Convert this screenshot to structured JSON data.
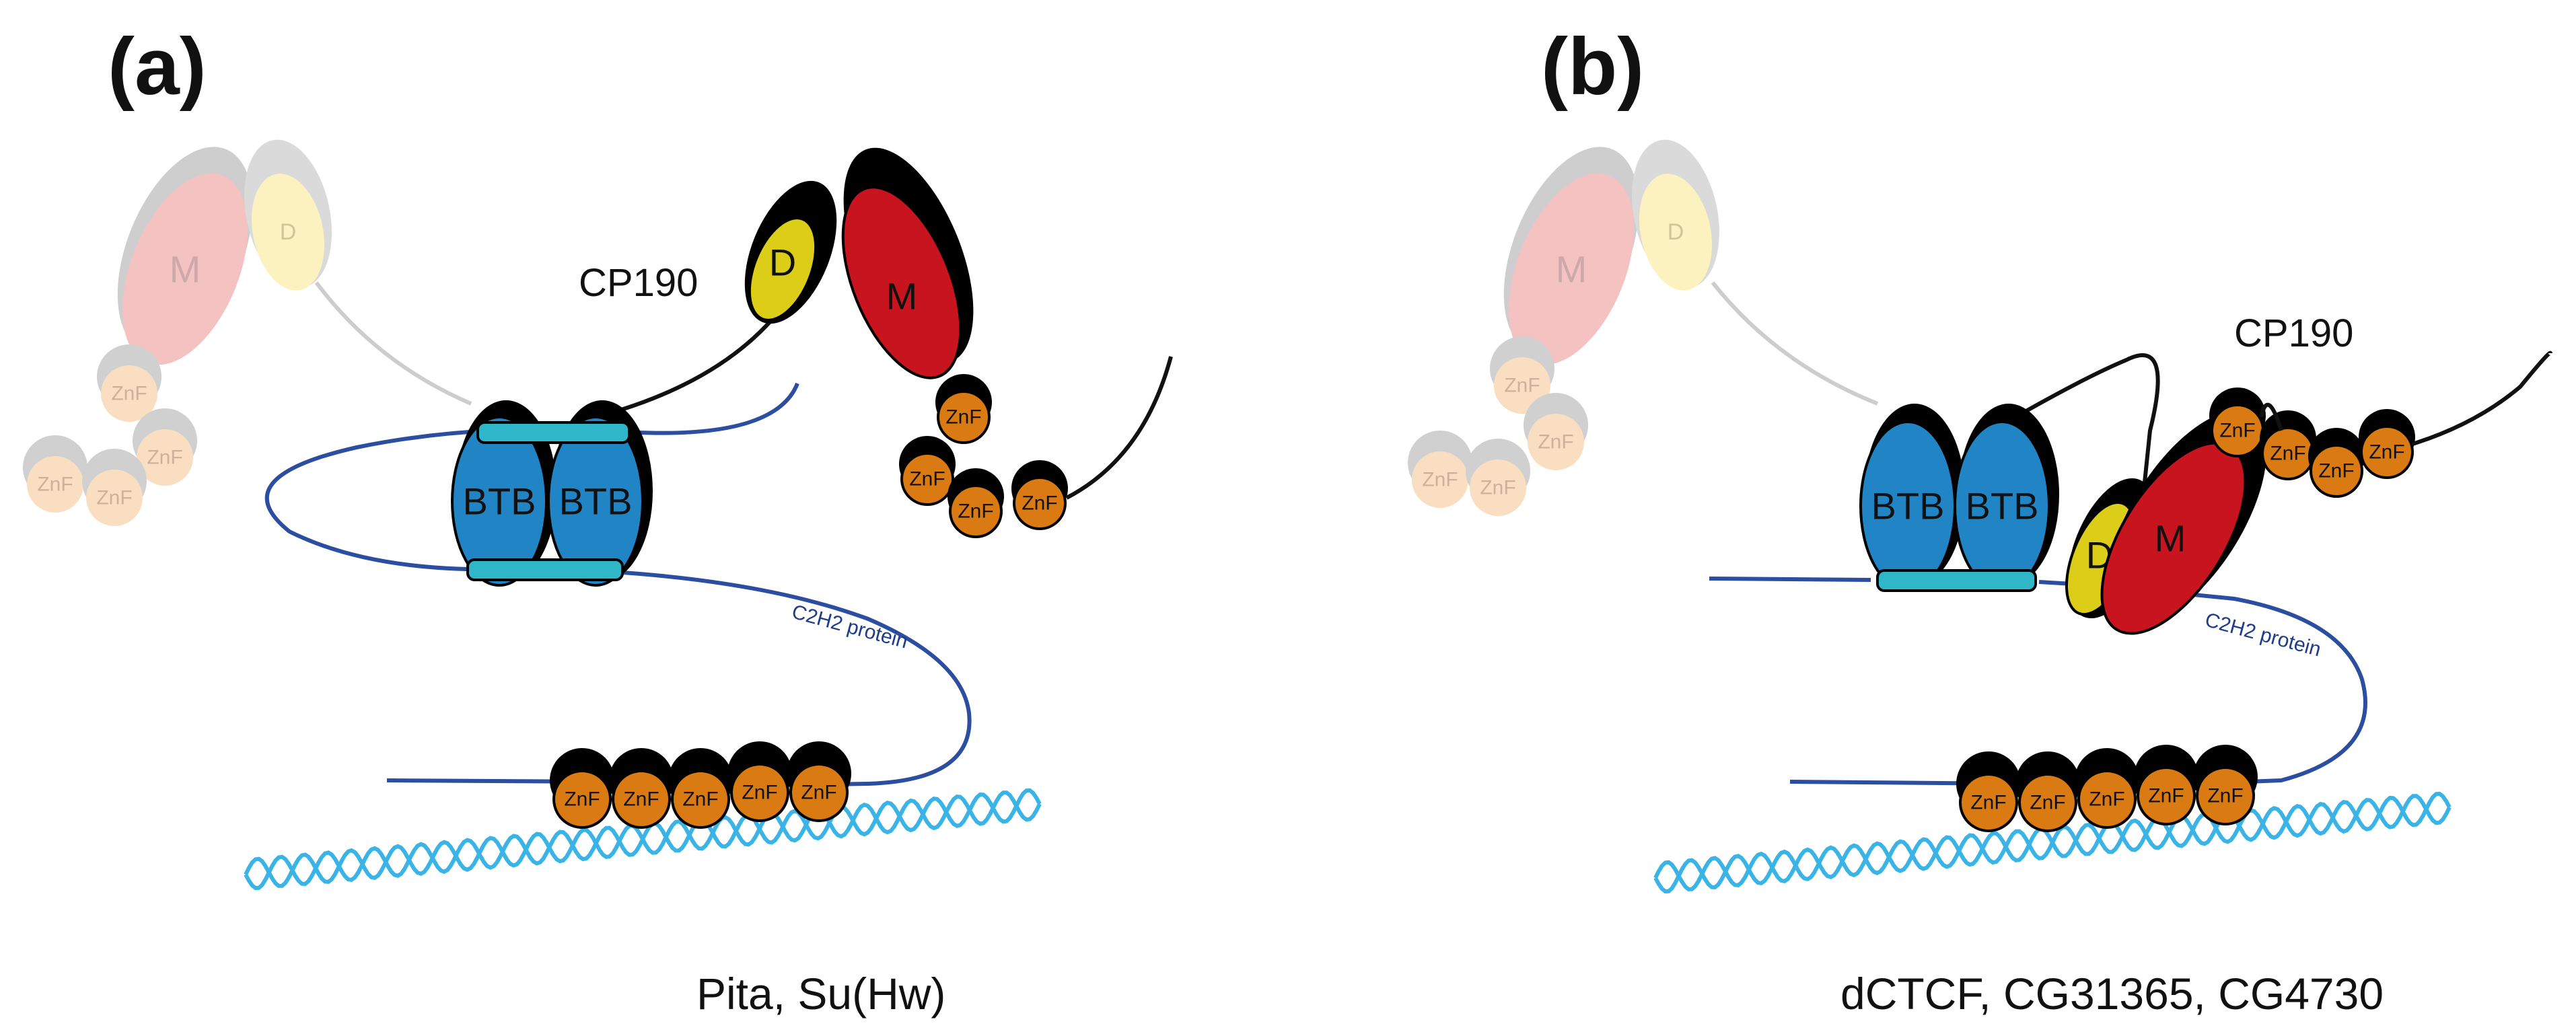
{
  "panels": [
    {
      "label": "(a)",
      "caption": "Pita, Su(Hw)",
      "cp_label": "CP190"
    },
    {
      "label": "(b)",
      "caption": "dCTCF, CG31365, CG4730",
      "cp_label": "CP190"
    }
  ],
  "labels": {
    "btb": "BTB",
    "m": "M",
    "d": "D",
    "znf": "ZnF",
    "c2h2": "C2H2 protein"
  },
  "colors": {
    "btb": "#2185c5",
    "linker_bar": "#2fb7c9",
    "m": "#c8141e",
    "d": "#dccd18",
    "znf": "#d97a12",
    "chain": "#2c4ea0",
    "dna": "#3ab4e6",
    "faded_m": "#f2b7b6",
    "faded_d": "#fbf0b4",
    "faded_znf": "#f8d8b8"
  }
}
